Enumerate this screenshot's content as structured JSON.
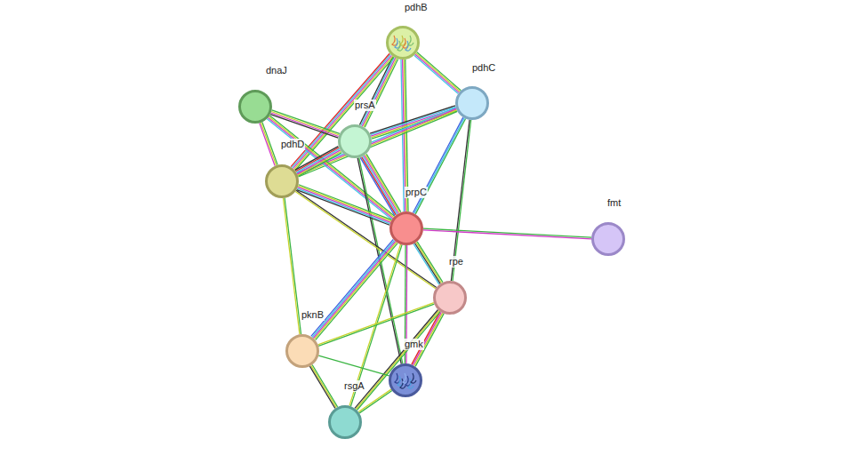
{
  "diagram": {
    "nodes": [
      {
        "text": [
          "pdhB"
        ]
      },
      {
        "text": [
          "dnaJ"
        ]
      },
      {
        "text": [
          "pdhC"
        ]
      },
      {
        "text": [
          "prsA"
        ]
      },
      {
        "text": [
          "pdhD"
        ]
      },
      {
        "text": [
          "prpC"
        ]
      },
      {
        "text": [
          "fmt"
        ]
      },
      {
        "text": [
          "rpe"
        ]
      },
      {
        "text": [
          "pknB"
        ]
      },
      {
        "text": [
          "gmk"
        ]
      },
      {
        "text": [
          "rsgA"
        ]
      }
    ],
    "edges": [
      {
        "from": 0,
        "to": 2,
        "arrow": "none"
      },
      {
        "from": 0,
        "to": 3,
        "arrow": "none"
      },
      {
        "from": 0,
        "to": 4,
        "arrow": "none"
      },
      {
        "from": 0,
        "to": 5,
        "arrow": "none"
      },
      {
        "from": 2,
        "to": 3,
        "arrow": "none"
      },
      {
        "from": 2,
        "to": 4,
        "arrow": "none"
      },
      {
        "from": 2,
        "to": 5,
        "arrow": "none"
      },
      {
        "from": 2,
        "to": 7,
        "arrow": "none"
      },
      {
        "from": 1,
        "to": 3,
        "arrow": "none"
      },
      {
        "from": 1,
        "to": 4,
        "arrow": "none"
      },
      {
        "from": 1,
        "to": 5,
        "arrow": "none"
      },
      {
        "from": 3,
        "to": 4,
        "arrow": "none"
      },
      {
        "from": 3,
        "to": 5,
        "arrow": "none"
      },
      {
        "from": 3,
        "to": 9,
        "arrow": "none"
      },
      {
        "from": 4,
        "to": 5,
        "arrow": "none"
      },
      {
        "from": 4,
        "to": 7,
        "arrow": "none"
      },
      {
        "from": 4,
        "to": 8,
        "arrow": "none"
      },
      {
        "from": 5,
        "to": 6,
        "arrow": "none"
      },
      {
        "from": 5,
        "to": 7,
        "arrow": "none"
      },
      {
        "from": 5,
        "to": 8,
        "arrow": "none"
      },
      {
        "from": 5,
        "to": 9,
        "arrow": "none"
      },
      {
        "from": 5,
        "to": 10,
        "arrow": "none"
      },
      {
        "from": 7,
        "to": 8,
        "arrow": "none"
      },
      {
        "from": 7,
        "to": 9,
        "arrow": "none"
      },
      {
        "from": 7,
        "to": 10,
        "arrow": "none"
      },
      {
        "from": 8,
        "to": 9,
        "arrow": "none"
      },
      {
        "from": 8,
        "to": 10,
        "arrow": "none"
      },
      {
        "from": 9,
        "to": 10,
        "arrow": "none"
      }
    ]
  }
}
